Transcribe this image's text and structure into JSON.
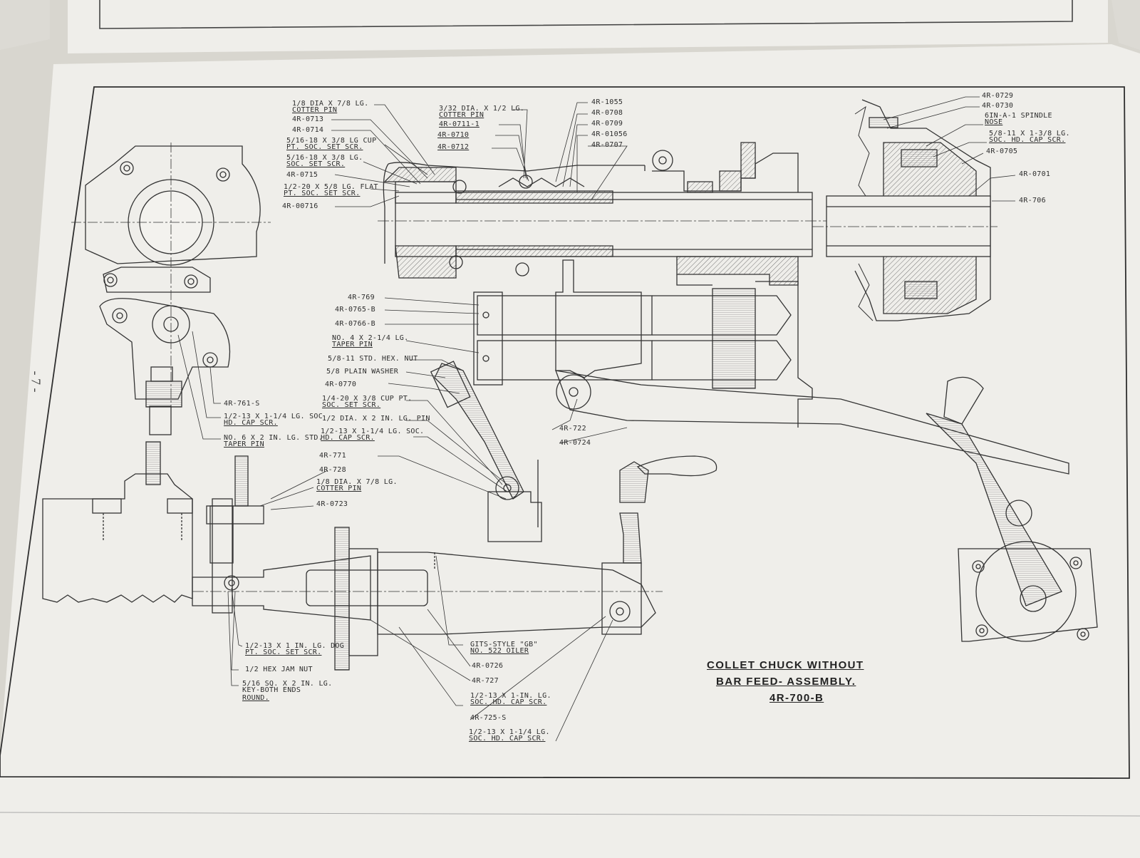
{
  "page": {
    "page_number": "- 7 -",
    "title_line1": "COLLET CHUCK WITHOUT",
    "title_line2": "BAR FEED- ASSEMBLY.",
    "title_line3": "4R-700-B"
  },
  "callouts_top_left": [
    {
      "text": "1/8 DIA X 7/8 LG."
    },
    {
      "text": "COTTER PIN"
    },
    {
      "text": "4R-0713"
    },
    {
      "text": "4R-0714"
    },
    {
      "text": "5/16-18 X 3/8 LG CUP"
    },
    {
      "text": "PT. SOC. SET SCR."
    },
    {
      "text": "5/16-18 X 3/8 LG."
    },
    {
      "text": "SOC. SET SCR."
    },
    {
      "text": "4R-0715"
    },
    {
      "text": "1/2-20 X 5/8 LG. FLAT"
    },
    {
      "text": "PT. SOC. SET SCR."
    },
    {
      "text": "4R-00716"
    }
  ],
  "callouts_top_mid": [
    {
      "text": "3/32 DIA. X 1/2 LG."
    },
    {
      "text": "COTTER PIN"
    },
    {
      "text": "4R-0711-1"
    },
    {
      "text": "4R-0710"
    },
    {
      "text": "4R-0712"
    }
  ],
  "callouts_top_right": [
    {
      "text": "4R-1055"
    },
    {
      "text": "4R-0708"
    },
    {
      "text": "4R-0709"
    },
    {
      "text": "4R-01056"
    },
    {
      "text": "4R-0707"
    }
  ],
  "callouts_far_right": [
    {
      "text": "4R-0729"
    },
    {
      "text": "4R-0730"
    },
    {
      "text": "6IN-A-1 SPINDLE"
    },
    {
      "text": "NOSE"
    },
    {
      "text": "5/8-11 X 1-3/8 LG."
    },
    {
      "text": "SOC. HD. CAP SCR."
    },
    {
      "text": "4R-0705"
    },
    {
      "text": "4R-0701"
    },
    {
      "text": "4R-706"
    }
  ],
  "callouts_left_lower": [
    {
      "text": "4R-761-S"
    },
    {
      "text": "1/2-13 X 1-1/4 LG. SOC"
    },
    {
      "text": "HD. CAP SCR."
    },
    {
      "text": "NO. 6 X 2 IN. LG. STD."
    },
    {
      "text": "TAPER PIN"
    }
  ],
  "callouts_center": [
    {
      "text": "4R-769"
    },
    {
      "text": "4R-0765-B"
    },
    {
      "text": "4R-0766-B"
    },
    {
      "text": "NO. 4 X 2-1/4 LG."
    },
    {
      "text": "TAPER PIN"
    },
    {
      "text": "5/8-11 STD. HEX. NUT"
    },
    {
      "text": "5/8 PLAIN WASHER"
    },
    {
      "text": "4R-0770"
    },
    {
      "text": "1/4-20 X 3/8 CUP PT."
    },
    {
      "text": "SOC. SET SCR."
    },
    {
      "text": "1/2 DIA. X 2 IN. LG. PIN"
    },
    {
      "text": "1/2-13 X 1-1/4 LG. SOC."
    },
    {
      "text": "HD. CAP SCR."
    },
    {
      "text": "4R-771"
    },
    {
      "text": "4R-728"
    },
    {
      "text": "1/8 DIA. X 7/8 LG."
    },
    {
      "text": "COTTER PIN"
    },
    {
      "text": "4R-0723"
    }
  ],
  "callouts_lever": [
    {
      "text": "4R-722"
    },
    {
      "text": "4R-0724"
    }
  ],
  "callouts_bottom": [
    {
      "text": "1/2-13 X 1 IN. LG. DOG"
    },
    {
      "text": "PT. SOC. SET SCR."
    },
    {
      "text": "1/2 HEX JAM NUT"
    },
    {
      "text": "5/16 SQ. X 2 IN. LG."
    },
    {
      "text": "KEY-BOTH ENDS"
    },
    {
      "text": "ROUND."
    },
    {
      "text": "GITS-STYLE \"GB\""
    },
    {
      "text": "NO. 522 OILER"
    },
    {
      "text": "4R-0726"
    },
    {
      "text": "4R-727"
    },
    {
      "text": "1/2-13 X 1-IN. LG."
    },
    {
      "text": "SOC. HD. CAP SCR."
    },
    {
      "text": "4R-725-S"
    },
    {
      "text": "1/2-13 X 1-1/4 LG."
    },
    {
      "text": "SOC. HD. CAP SCR."
    }
  ]
}
